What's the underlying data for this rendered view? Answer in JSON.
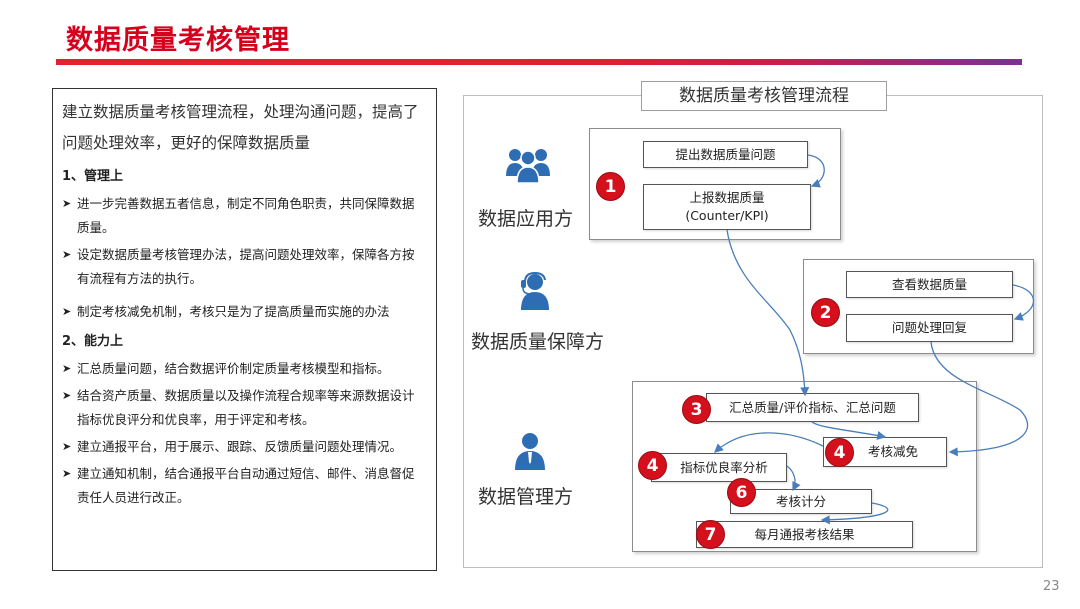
{
  "slide": {
    "title": "数据质量考核管理",
    "page_number": "23"
  },
  "left": {
    "intro": "建立数据质量考核管理流程，处理沟通问题，提高了问题处理效率，更好的保障数据质量",
    "section1_title": "1、管理上",
    "section1_items": [
      "进一步完善数据五者信息，制定不同角色职责，共同保障数据质量。",
      "设定数据质量考核管理办法，提高问题处理效率，保障各方按有流程有方法的执行。",
      "制定考核减免机制，考核只是为了提高质量而实施的办法"
    ],
    "section2_title": "2、能力上",
    "section2_items": [
      "汇总质量问题，结合数据评价制定质量考核模型和指标。",
      "结合资产质量、数据质量以及操作流程合规率等来源数据设计指标优良评分和优良率，用于评定和考核。",
      "建立通报平台，用于展示、跟踪、反馈质量问题处理情况。",
      "建立通知机制，结合通报平台自动通过短信、邮件、消息督促责任人员进行改正。"
    ]
  },
  "diagram": {
    "title": "数据质量考核管理流程",
    "roles": {
      "app": "数据应用方",
      "guarantee": "数据质量保障方",
      "manager": "数据管理方"
    },
    "steps": {
      "raise": "提出数据质量问题",
      "report_line1": "上报数据质量",
      "report_line2": "(Counter/KPI)",
      "view": "查看数据质量",
      "reply": "问题处理回复",
      "summary": "汇总质量/评价指标、汇总问题",
      "exempt": "考核减免",
      "analysis": "指标优良率分析",
      "score": "考核计分",
      "monthly": "每月通报考核结果"
    },
    "badges": {
      "b1": "1",
      "b2": "2",
      "b3": "3",
      "b4a": "4",
      "b4b": "4",
      "b6": "6",
      "b7": "7"
    },
    "colors": {
      "accent_red": "#d4101c",
      "arrow_blue": "#4a7ebb",
      "icon_blue": "#2e6db4"
    }
  }
}
